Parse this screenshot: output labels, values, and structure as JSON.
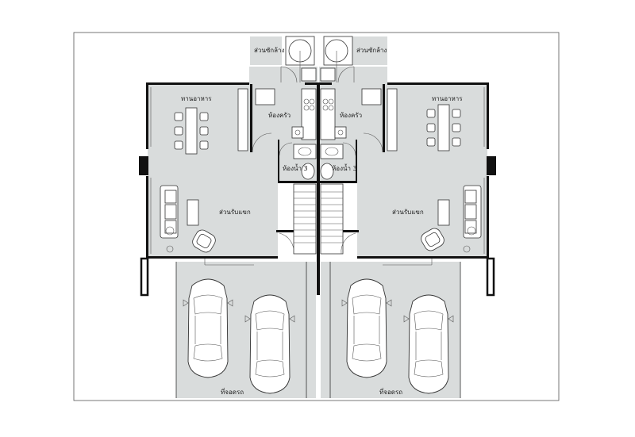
{
  "labels": {
    "dining": "ทานอาหาร",
    "kitchen": "ห้องครัว",
    "laundry": "ส่วนซักล้าง",
    "bathroom": "ห้องน้ำ 3",
    "living": "ส่วนรับแขก",
    "parking": "ที่จอดรถ"
  },
  "colors": {
    "floor": "#d9dcdc",
    "wall": "#111111",
    "outline": "#333333",
    "background": "#ffffff"
  }
}
